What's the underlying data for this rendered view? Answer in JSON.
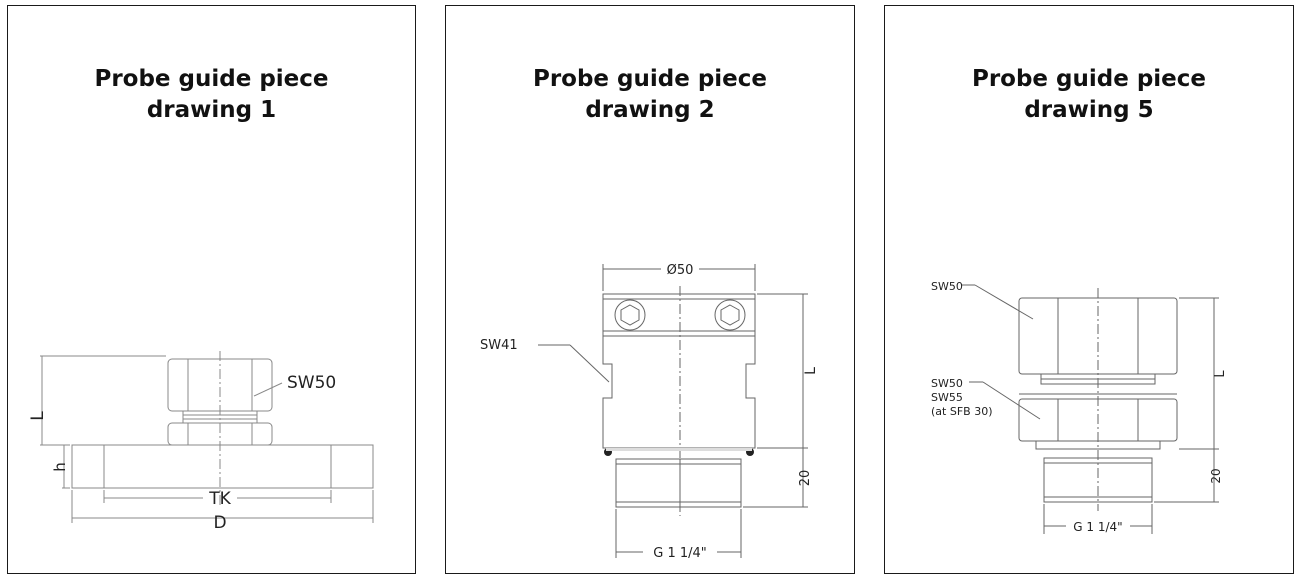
{
  "panels": [
    {
      "title_line1": "Probe guide piece",
      "title_line2": "drawing 1",
      "labels": {
        "length": "L",
        "height": "h",
        "wrench": "SW50",
        "bolt_circle": "TK",
        "diameter": "D"
      }
    },
    {
      "title_line1": "Probe guide piece",
      "title_line2": "drawing 2",
      "labels": {
        "diameter": "Ø50",
        "wrench": "SW41",
        "length": "L",
        "thread_length": "20",
        "thread": "G 1 1/4\""
      }
    },
    {
      "title_line1": "Probe guide piece",
      "title_line2": "drawing 5",
      "labels": {
        "wrench_top": "SW50",
        "wrench_mid_1": "SW50",
        "wrench_mid_2": "SW55",
        "wrench_mid_3": "(at SFB 30)",
        "length": "L",
        "thread_length": "20",
        "thread": "G 1 1/4\""
      }
    }
  ]
}
